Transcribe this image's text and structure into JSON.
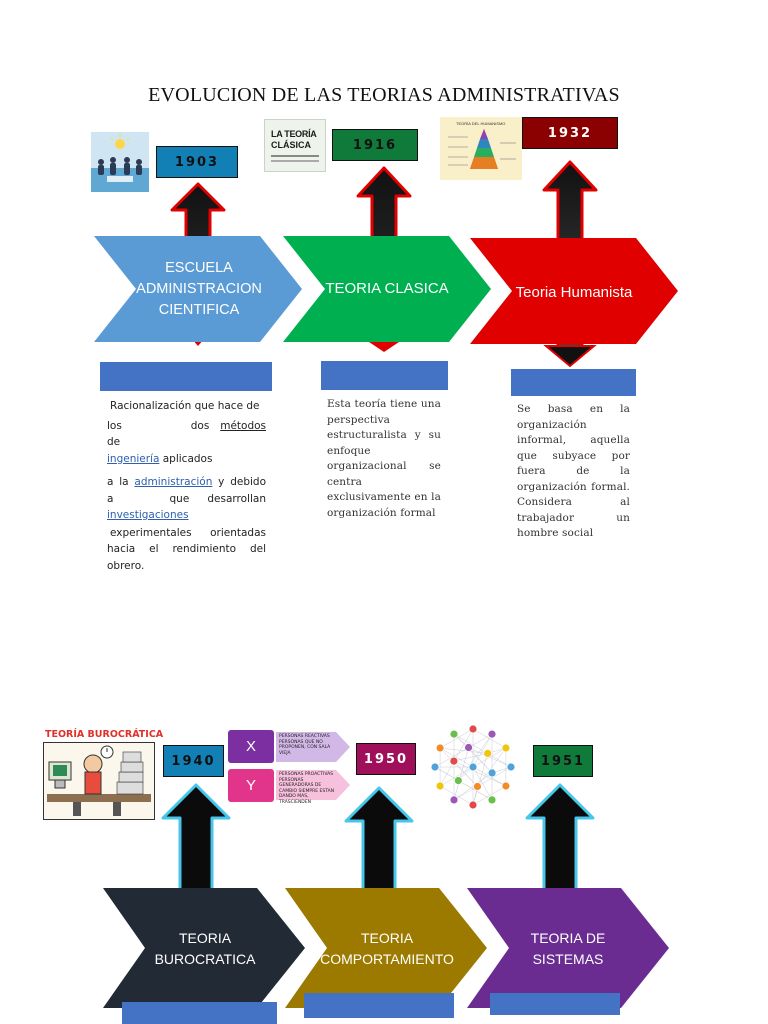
{
  "title": "EVOLUCION DE LAS TEORIAS ADMINISTRATIVAS",
  "row1": {
    "years": [
      "1903",
      "1916",
      "1932"
    ],
    "stages": [
      {
        "label": "ESCUELA ADMINISTRACION CIENTIFICA",
        "color": "#5b9bd5"
      },
      {
        "label": "TEORIA CLASICA",
        "color": "#00b050"
      },
      {
        "label": "Teoria Humanista",
        "color": "#e00000"
      }
    ],
    "year_colors": [
      "#1380b5",
      "#0f7a3a",
      "#8b0000"
    ],
    "images": {
      "clasica_line1": "LA TEORÍA",
      "clasica_line2": "CLÁSICA",
      "piramide_title": "TEORÍA DEL HUMANISMO"
    },
    "desc1": {
      "l1": "Racionalización que hace de",
      "l2a": "los",
      "l2b": "dos",
      "l2c": "métodos",
      "l2d": "de",
      "l3a": "ingeniería",
      "l3b": "aplicados",
      "l4a": "a la",
      "l4b": "administración",
      "l4c": "y debido",
      "l5a": "a",
      "l5b": "que",
      "l5c": "desarrollan",
      "l6": "investigaciones",
      "l7": "experimentales orientadas",
      "l8": "hacia el rendimiento del",
      "l9": "obrero."
    },
    "desc2": "Esta teoría tiene una perspectiva estructuralista y su enfoque organizacional se centra exclusivamente en la organización formal",
    "desc3": "Se basa en la organización informal, aquella que subyace por fuera de la organización formal. Considera al trabajador un hombre social"
  },
  "row2": {
    "burocratica_title": "TEORÍA BUROCRÁTICA",
    "years": [
      "1940",
      "1950",
      "1951"
    ],
    "year_colors": [
      "#1380b5",
      "#a0105a",
      "#0f7a3a"
    ],
    "stages": [
      {
        "label": "TEORIA BUROCRATICA",
        "color": "#222a35"
      },
      {
        "label": "TEORIA COMPORTAMIENTO",
        "color": "#9c7a00"
      },
      {
        "label": "TEORIA DE SISTEMAS",
        "color": "#6a2c91"
      }
    ],
    "x_label": "X",
    "y_label": "Y",
    "x_notes": [
      "PERSONAS REACTIVAS",
      "PERSONAS QUE NO PROPONEN, CON SALA VIEJA"
    ],
    "y_notes": [
      "PERSONAS PROACTIVAS",
      "PERSONAS GENERADORAS DE CAMBIO SIEMPRE ESTAN DANDO MAS, TRASCIENDEN"
    ]
  }
}
